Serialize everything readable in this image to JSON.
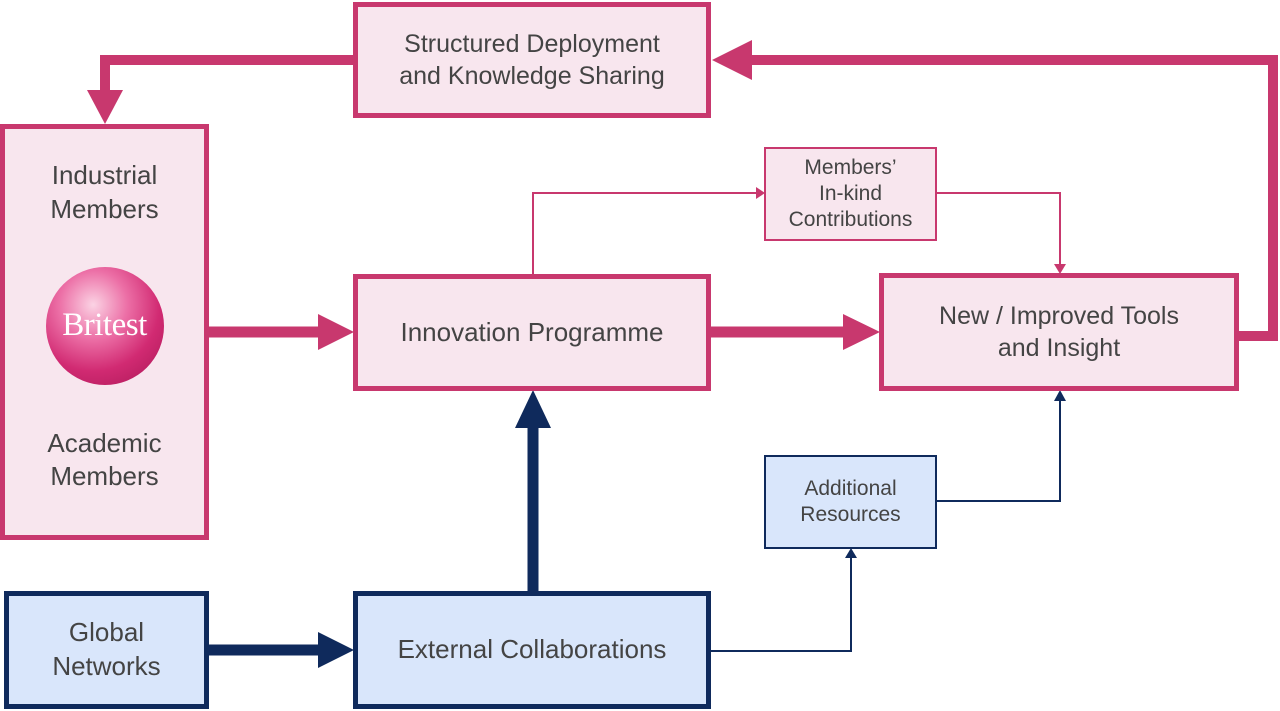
{
  "colors": {
    "pink": "#c8386e",
    "pink_fill": "#f8e6ee",
    "navy": "#0f2a5c",
    "blue_fill": "#d9e6fb",
    "text": "#444444"
  },
  "nodes": {
    "deployment": {
      "line1": "Structured Deployment",
      "line2": "and Knowledge Sharing"
    },
    "members": {
      "industrial_line1": "Industrial",
      "industrial_line2": "Members",
      "logo_text": "Britest",
      "academic_line1": "Academic",
      "academic_line2": "Members"
    },
    "innovation": {
      "label": "Innovation Programme"
    },
    "inkind": {
      "line1": "Members’",
      "line2": "In-kind",
      "line3": "Contributions"
    },
    "tools": {
      "line1": "New / Improved Tools",
      "line2": "and Insight"
    },
    "additional": {
      "line1": "Additional",
      "line2": "Resources"
    },
    "global": {
      "line1": "Global",
      "line2": "Networks"
    },
    "external": {
      "label": "External Collaborations"
    }
  },
  "connections": [
    {
      "from": "tools",
      "to": "deployment",
      "style": "thick-pink"
    },
    {
      "from": "deployment",
      "to": "members",
      "style": "thick-pink"
    },
    {
      "from": "members",
      "to": "innovation",
      "style": "thick-pink"
    },
    {
      "from": "innovation",
      "to": "tools",
      "style": "thick-pink"
    },
    {
      "from": "innovation",
      "to": "inkind",
      "style": "thin-pink"
    },
    {
      "from": "inkind",
      "to": "tools",
      "style": "thin-pink"
    },
    {
      "from": "global",
      "to": "external",
      "style": "thick-navy"
    },
    {
      "from": "external",
      "to": "innovation",
      "style": "thick-navy"
    },
    {
      "from": "external",
      "to": "additional",
      "style": "thin-navy"
    },
    {
      "from": "additional",
      "to": "tools",
      "style": "thin-navy"
    }
  ]
}
